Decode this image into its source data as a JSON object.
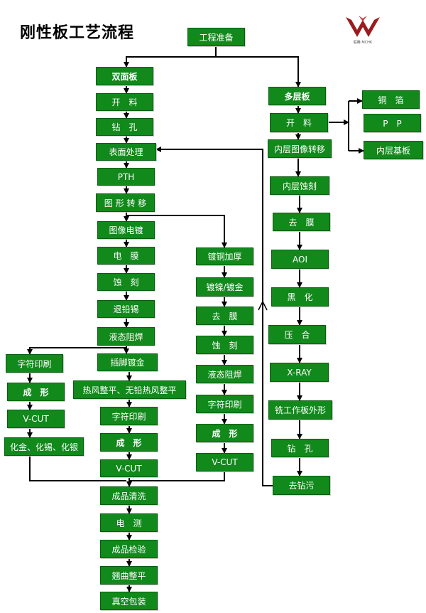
{
  "title": "刚性板工艺流程",
  "logo": {
    "text": "联腾 MCHK"
  },
  "boxes": {
    "start": "工程准备",
    "double_sided": "双面板",
    "ds_cutting": "开　料",
    "ds_drilling": "钻　孔",
    "surface_treatment": "表面处理",
    "pth": "PTH",
    "pattern_transfer": "图 形 转 移",
    "image_plating": "图像电镀",
    "film_electro": "电　膜",
    "etching_a": "蚀　刻",
    "tin_strip": "退铅锡",
    "solder_mask_a": "液态阻焊",
    "legend_print_a": "字符印刷",
    "forming_a": "成　形",
    "vcut_a": "V-CUT",
    "chem_finish": "化金、化锡、化银",
    "gold_finger": "插脚镀金",
    "hasl": "热风整平、无铅热风整平",
    "legend_print_b": "字符印刷",
    "forming_b": "成　形",
    "vcut_b": "V-CUT",
    "cu_plating_thick": "镀铜加厚",
    "ni_au_plating": "镀镍/镀金",
    "strip_film_b": "去　膜",
    "etching_b": "蚀　刻",
    "solder_mask_b": "液态阻焊",
    "legend_print_c": "字符印刷",
    "forming_c": "成　形",
    "vcut_c": "V-CUT",
    "multilayer": "多层板",
    "ml_cutting": "开　料",
    "copper_foil": "铜　箔",
    "pp": "P　P",
    "inner_core": "内层基板",
    "inner_image": "内层图像转移",
    "inner_etch": "内层蚀刻",
    "ml_strip": "去　膜",
    "aoi": "AOI",
    "black_oxide": "黑　化",
    "lamination": "压　合",
    "xray": "X-RAY",
    "panel_routing": "铣工作板外形",
    "ml_drilling": "钻　孔",
    "desmear": "去钻污",
    "final_clean": "成品清洗",
    "e_test": "电　测",
    "final_inspect": "成品检验",
    "warp_flatten": "翘曲整平",
    "vacuum_pack": "真空包装"
  }
}
